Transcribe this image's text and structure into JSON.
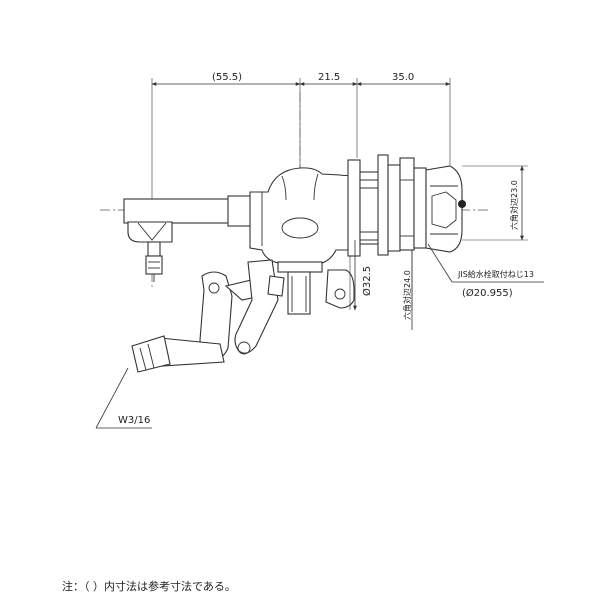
{
  "dimensions": {
    "top_left": "(55.5)",
    "top_middle": "21.5",
    "top_right": "35.0",
    "inlet_dia": "Ø32.5",
    "flat_24": "六角対辺24.0",
    "flat_23": "六角対辺23.0",
    "thread_label": "JIS給水栓取付ねじ13",
    "thread_dia": "(Ø20.955)",
    "outlet_thread": "W3/16"
  },
  "note": "注：（ ）内寸法は参考寸法である。"
}
